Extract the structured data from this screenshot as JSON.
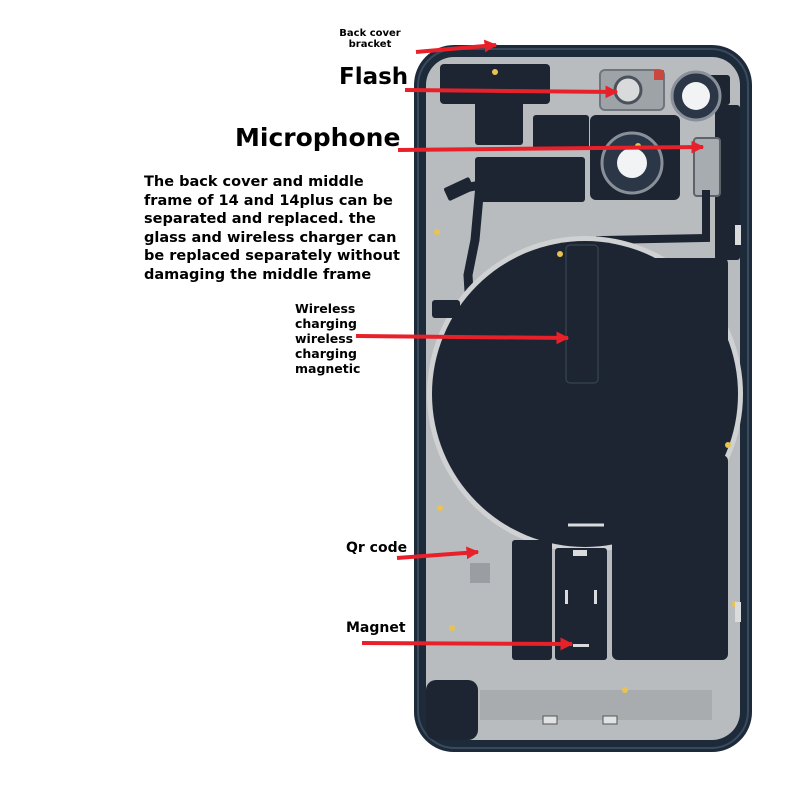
{
  "labels": {
    "back_cover_bracket": "Back cover bracket",
    "flash": "Flash",
    "microphone": "Microphone",
    "description": "The back cover and middle frame of 14 and 14plus can be separated and replaced. the glass and wireless charger can be replaced separately without damaging the middle frame",
    "wireless_charging": "Wireless charging wireless charging magnetic",
    "qr_code": "Qr code",
    "magnet": "Magnet"
  },
  "colors": {
    "frame": "#1d2a3a",
    "plate": "#b9bcbf",
    "panel": "#1c2531",
    "arrow": "#e8202a",
    "pad": "#e9c34f"
  }
}
